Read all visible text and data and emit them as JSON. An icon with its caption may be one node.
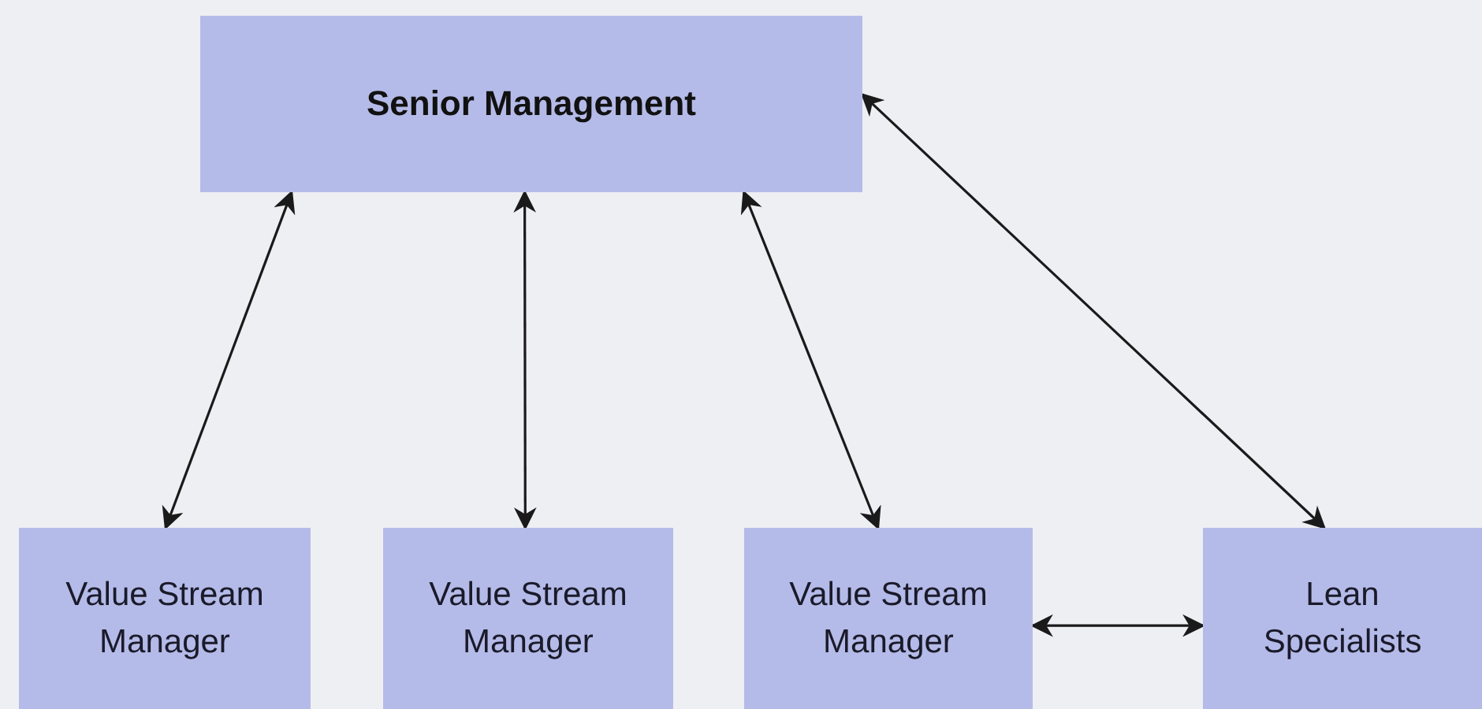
{
  "diagram": {
    "nodes": [
      {
        "text": [
          "Senior Management"
        ]
      },
      {
        "text": [
          "Value Stream Manager"
        ]
      },
      {
        "text": [
          "Value Stream Manager"
        ]
      },
      {
        "text": [
          "Value Stream Manager"
        ]
      },
      {
        "text": [
          "Lean Specialists"
        ]
      }
    ],
    "edges": [
      {
        "from": 0,
        "to": 1,
        "arrow": "both"
      },
      {
        "from": 0,
        "to": 2,
        "arrow": "both"
      },
      {
        "from": 0,
        "to": 3,
        "arrow": "both"
      },
      {
        "from": 0,
        "to": 4,
        "arrow": "both"
      },
      {
        "from": 3,
        "to": 4,
        "arrow": "both"
      }
    ]
  }
}
